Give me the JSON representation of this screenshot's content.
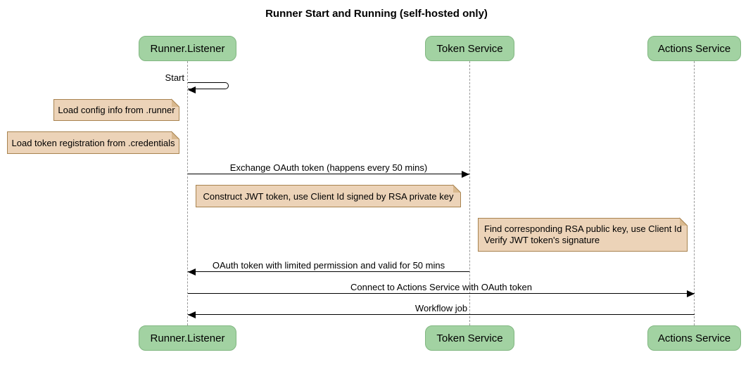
{
  "title": "Runner Start and Running (self-hosted only)",
  "actors": {
    "runner": "Runner.Listener",
    "token": "Token Service",
    "actions": "Actions Service"
  },
  "self_message": {
    "label": "Start"
  },
  "notes": {
    "config": "Load config info from .runner",
    "credentials": "Load token registration from .credentials",
    "jwt": "Construct JWT token, use Client Id signed by RSA private key",
    "verify": {
      "line1": "Find corresponding RSA public key, use Client Id",
      "line2": "Verify JWT token's signature"
    }
  },
  "messages": {
    "exchange": "Exchange OAuth token (happens every 50 mins)",
    "oauth_return": "OAuth token with limited permission and valid for 50 mins",
    "connect": "Connect to Actions Service with OAuth token",
    "workflow": "Workflow job"
  },
  "colors": {
    "actor_fill": "#a2d2a2",
    "actor_border": "#81b781",
    "note_fill": "#ecd3b8",
    "note_border": "#a8834f",
    "lifeline": "#999999",
    "arrow": "#000000",
    "background": "#ffffff"
  }
}
